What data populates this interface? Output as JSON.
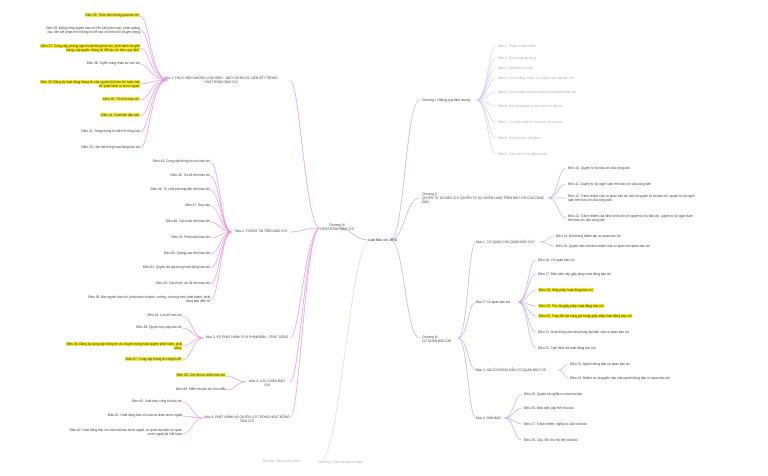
{
  "root": "Luật Báo chí 2016",
  "left_chapter": "Chương IV\nHOẠT ĐỘNG BÁO CHÍ",
  "left_sections": [
    {
      "title": "Mục 1. THỰC HIỆN NHỮNG LOẠI HÌNH... BÁO CHÍ ĐƯỢC LIÊN KẾT TRONG HOẠT ĐỘNG BÁO CHÍ"
    },
    {
      "title": "Mục 2. THÔNG TIN TRÊN BÁO CHÍ"
    },
    {
      "title": "Mục 3. XỬ PHẠT HÀNH VI VI PHẠM BẢN... PHÁT SÓNG"
    },
    {
      "title": "Mục 4. LƯU CHIỂU BÁO CHÍ"
    },
    {
      "title": "Mục 5. PHÁT HÀNH VÀ QUYỀN LỢI TRONG HOẠT ĐỘNG BÁO CHÍ"
    }
  ],
  "left_items_1": [
    {
      "text": "Điều 35. Thực hiện thông qua báo chí",
      "hl": true
    },
    {
      "text": "Điều 36. Đăng nhập quyền báo chí liên kết phần luận, phần quảng cáo, liên kết phản trình thông tin để báo chí theo dõi chuyên trang",
      "hl": false
    },
    {
      "text": "Điều 37. Cung cấp, phòng ngừa hoạt động báo chí, phát hành chuyên trang, cấp quyền thông tin để báo chí theo quy định ",
      "hl": true
    },
    {
      "text": "Điều 38. Tuyển dụng nhân sự báo chí",
      "hl": false
    },
    {
      "text": "Điều 39. Đăng ký hoạt động thông tin của người chủ báo chí hoặc báo chí phát hành ra nước ngoài",
      "hl": true
    },
    {
      "text": "Điều 40. Tổ chức báo chí",
      "hl": true
    },
    {
      "text": "Điều 41. Xuất bản đặc san",
      "hl": true
    },
    {
      "text": "Điều 42. Trang thông tin điện tử tổng hợp",
      "hl": false
    },
    {
      "text": "Điều 43. Liên kết trong hoạt động báo chí",
      "hl": false
    }
  ],
  "left_items_2": [
    {
      "text": "Điều 44. Cung cấp thông tin cho báo chí"
    },
    {
      "text": "Điều 45. Trả lời trên báo chí"
    },
    {
      "text": "Điều 46. Từ chối phương tiện trên báo chí"
    },
    {
      "text": "Điều 47. Họp báo"
    },
    {
      "text": "Điều 48. Cải chính trên báo chí"
    },
    {
      "text": "Điều 49. Phát hành báo chí"
    },
    {
      "text": "Điều 50. Quảng cáo trên báo chí"
    },
    {
      "text": "Điều 51. Quyền tác giả trong hoạt động báo chí"
    },
    {
      "text": "Điều 52. Cải chính, xin lỗi trên báo chí"
    },
    {
      "text": "Điều 53. Bản quyền báo chí, phát hành chuyên, cưỡng, chương trình phát thanh, phát sóng báo điện tử"
    }
  ],
  "left_items_3": [
    {
      "text": "Điều 54. Lưu trữ báo chí",
      "hl": false
    },
    {
      "text": "Điều 55. Quyền truy cập báo chí",
      "hl": false
    },
    {
      "text": "Điều 56. Đăng ký cung cấp thông tin và chuyên trang hoặc quyền phát hành, phát sóng",
      "hl": true
    },
    {
      "text": "Điều 57. Cung cấp thông tin chuyên đề",
      "hl": true
    }
  ],
  "left_items_4": [
    {
      "text": "Điều 58. Chế độ lưu chiểu báo chí",
      "hl": true
    },
    {
      "text": "Điều 59. Kiểm tra báo chí lưu chiểu",
      "hl": false
    }
  ],
  "left_items_5": [
    {
      "text": "Điều 60. Xuất bản, công bố báo chí"
    },
    {
      "text": "Điều 61. Hoạt động báo chí của cá nhân nước ngoài"
    },
    {
      "text": "Điều 62. Hoạt động báo chí của nhà báo nước ngoài, cơ quan đại diện cơ quan nước ngoài tại Việt Nam"
    }
  ],
  "right_chapter_1": "Chương I. Những quy định chung",
  "right_items_1": [
    "Điều 1. Phạm vi điều chỉnh",
    "Điều 2. Đối tượng áp dụng",
    "Điều 3. Giải thích từ ngữ",
    "Điều 4. Chức năng, nhiệm vụ, quyền hạn của báo chí",
    "Điều 5. Chính sách của Nhà nước về phát triển báo chí",
    "Điều 6. Nội dung quản lý nhà nước về báo chí",
    "Điều 7. Cơ quan quản lý nhà nước về báo chí",
    "Điều 8. Hội Nhà báo Việt Nam",
    "Điều 9. Các hành vi bị nghiêm cấm"
  ],
  "right_chapter_2": "Chương II\nQUYỀN TỰ DO BÁO CHÍ, QUYỀN TỰ DO NGÔN LUẬN TRÊN BÁO CHÍ CỦA CÔNG DÂN",
  "right_items_2": [
    "Điều 10. Quyền tự do báo chí của công dân",
    "Điều 11. Quyền tự do ngôn luận trên báo chí của công dân",
    "Điều 12. Trách nhiệm của cơ quan báo chí đối với quyền tự do báo chí, quyền tự do ngôn luận trên báo chí của công dân",
    "Điều 13. Trách nhiệm của Nhà nước đối với quyền tự do báo chí, quyền tự do ngôn luận trên báo chí của công dân"
  ],
  "right_chapter_3": "Chương III\nCƠ QUAN BÁO CHÍ",
  "right_sections_3": [
    "Mục 1. CƠ QUAN CHỦ QUẢN BÁO CHÍ",
    "Mục 2. Cơ quan báo chí",
    "Mục 3. NGƯỜI ĐỨNG ĐẦU CƠ QUAN BÁO CHÍ",
    "Mục 4. NHÀ BÁO"
  ],
  "right_items_3a": [
    "Điều 14. Đối tượng thành lập cơ quan báo chí",
    "Điều 15. Quyền hạn và trách nhiệm của cơ quan chủ quản báo chí"
  ],
  "right_items_3b": [
    {
      "text": "Điều 16. Cơ quan báo chí",
      "hl": false
    },
    {
      "text": "Điều 17. Điều kiện cấp giấy phép hoạt động báo chí",
      "hl": false
    },
    {
      "text": "Điều 18. Giấy phép hoạt động báo chí",
      "hl": true
    },
    {
      "text": "Điều 19. Thu hồi giấy phép hoạt động báo chí",
      "hl": true
    },
    {
      "text": "Điều 20. Thay đổi nội dung ghi trong giấy phép hoạt động báo chí",
      "hl": true
    },
    {
      "text": "Điều 21. Hoạt động của văn phòng đại diện của cơ quan báo chí",
      "hl": false
    },
    {
      "text": "Điều 22. Tạm đình chỉ hoạt động báo chí",
      "hl": false
    }
  ],
  "right_items_3c": [
    "Điều 23. Người đứng đầu cơ quan báo chí",
    "Điều 24. Nhiệm vụ và quyền hạn của người đứng đầu cơ quan báo chí"
  ],
  "right_items_3d": [
    "Điều 25. Quyền và nghĩa vụ của nhà báo",
    "Điều 26. Điều kiện cấp thẻ nhà báo",
    "Điều 27. Trách nhiệm, nghĩa vụ của nhà báo",
    "Điều 28. Cấp, đổi, thu hồi thẻ nhà báo"
  ],
  "bottom_faint": [
    "Điều 63. Hiệu lực thi hành",
    "Chương V. Điều khoản thi hành"
  ],
  "colors": {
    "left_branch": "#e68ad8",
    "right_branch": "#b8a4e8",
    "highlight": "#f4ee2c",
    "root_line": "#c48ad0"
  }
}
